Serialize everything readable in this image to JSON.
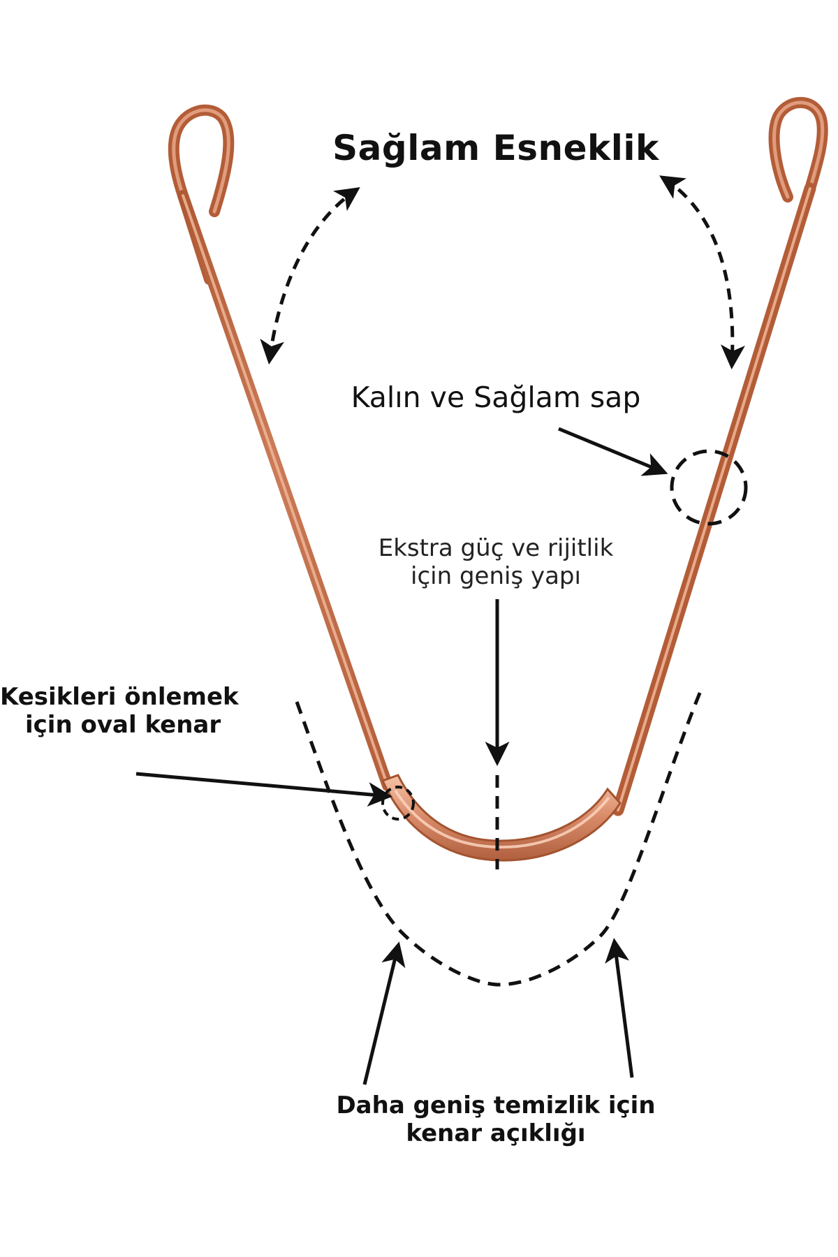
{
  "labels": {
    "title": "Sağlam Esneklik",
    "handle": "Kalın ve Sağlam sap",
    "structure_line1": "Ekstra güç ve rijitlik",
    "structure_line2": "için geniş yapı",
    "edge_line1": "Kesikleri önlemek",
    "edge_line2": "için oval kenar",
    "opening_line1": "Daha geniş temizlik için",
    "opening_line2": "kenar açıklığı"
  },
  "colors": {
    "copper_dark": "#b5623f",
    "copper_mid": "#d88a68",
    "copper_light": "#f2b89c",
    "ink": "#111111"
  },
  "icons": {
    "flex_arrows": "curved-double-arrow-icon",
    "pointer_arrows": "straight-arrow-icon",
    "highlight_circles": "dashed-circle-icon"
  }
}
